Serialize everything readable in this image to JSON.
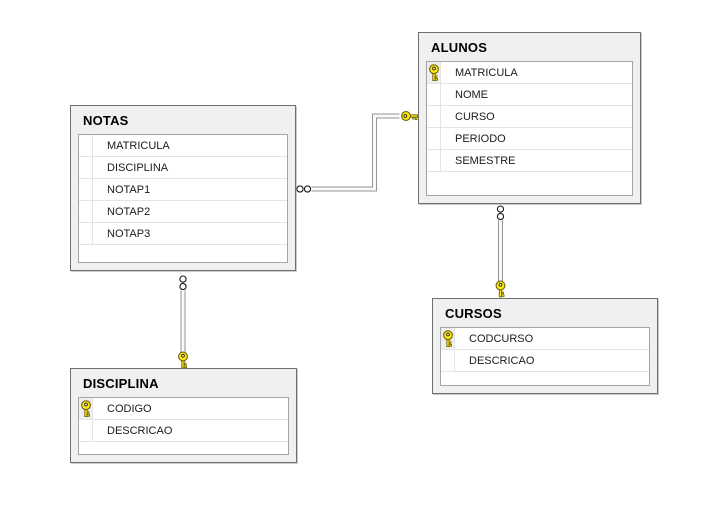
{
  "diagram": {
    "tables": [
      {
        "title": "NOTAS",
        "columns": [
          {
            "name": "MATRICULA",
            "pk": false
          },
          {
            "name": "DISCIPLINA",
            "pk": false
          },
          {
            "name": "NOTAP1",
            "pk": false
          },
          {
            "name": "NOTAP2",
            "pk": false
          },
          {
            "name": "NOTAP3",
            "pk": false
          }
        ]
      },
      {
        "title": "ALUNOS",
        "columns": [
          {
            "name": "MATRICULA",
            "pk": true
          },
          {
            "name": "NOME",
            "pk": false
          },
          {
            "name": "CURSO",
            "pk": false
          },
          {
            "name": "PERIODO",
            "pk": false
          },
          {
            "name": "SEMESTRE",
            "pk": false
          }
        ]
      },
      {
        "title": "CURSOS",
        "columns": [
          {
            "name": "CODCURSO",
            "pk": true
          },
          {
            "name": "DESCRICAO",
            "pk": false
          }
        ]
      },
      {
        "title": "DISCIPLINA",
        "columns": [
          {
            "name": "CODIGO",
            "pk": true
          },
          {
            "name": "DESCRICAO",
            "pk": false
          }
        ]
      }
    ],
    "relationships": [
      {
        "from_table": "NOTAS",
        "from_end": "many",
        "to_table": "ALUNOS",
        "to_end": "one"
      },
      {
        "from_table": "NOTAS",
        "from_end": "many",
        "to_table": "DISCIPLINA",
        "to_end": "one"
      },
      {
        "from_table": "ALUNOS",
        "from_end": "many",
        "to_table": "CURSOS",
        "to_end": "one"
      }
    ],
    "icons": {
      "primary_key": "key-icon",
      "many_end": "infinity-icon",
      "one_end": "key-icon"
    },
    "colors": {
      "canvas": "#ffffff",
      "table_frame": "#f0f0f0",
      "table_border": "#6e6e6e",
      "grid_border": "#a5a5a5",
      "row_divider": "#e4e4e4",
      "row_background": "#ffffff",
      "pk_cell_background": "#efefef",
      "text": "#1b1b1b",
      "key_yellow": "#ffe817",
      "connector": "#949494"
    }
  }
}
